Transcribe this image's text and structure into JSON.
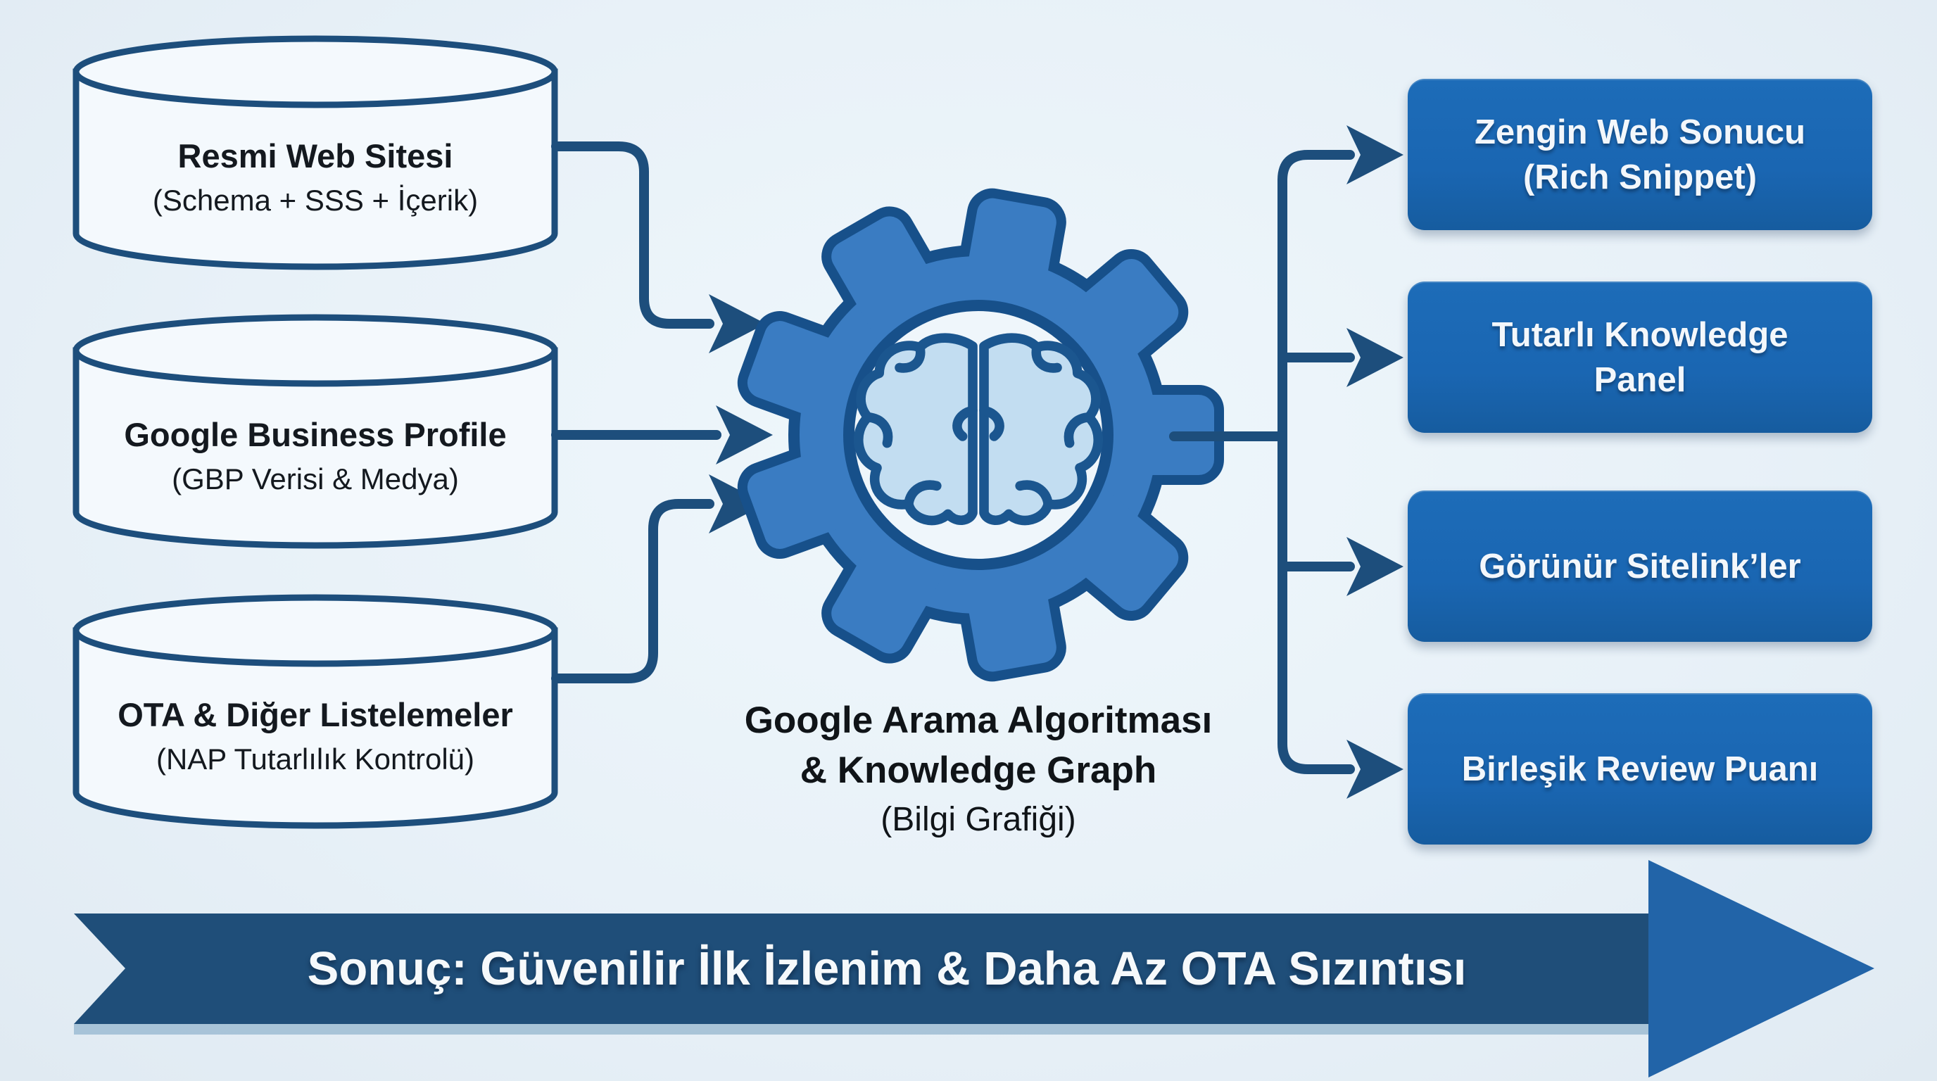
{
  "diagram": {
    "colors": {
      "background": "#e8f1f8",
      "line_navy": "#1d4e7c",
      "cylinder_fill": "#f4f9fd",
      "gear_fill": "#3a7cc2",
      "gear_stroke": "#17508a",
      "gear_inner_fill": "#eff6fb",
      "brain_fill": "#c2ddf1",
      "brain_stroke": "#1b568f",
      "output_box_blue": "#1a66b2",
      "banner_body_navy": "#1f4e79",
      "banner_arrow_blue": "#2264a8",
      "banner_edge_light": "#8fb2cc",
      "text_dark": "#14191f",
      "text_light": "#f3f7fb"
    },
    "icons": {
      "left_shapes": "database-cylinder-icon",
      "center_shape": "gear-icon",
      "center_inner": "brain-icon",
      "connectors": "arrow-icon",
      "bottom_shape": "ribbon-arrow-banner"
    },
    "sources": [
      {
        "title": "Resmi Web Sitesi",
        "subtitle": "(Schema + SSS + İçerik)"
      },
      {
        "title": "Google Business Profile",
        "subtitle": "(GBP Verisi & Medya)"
      },
      {
        "title": "OTA & Diğer Listelemeler",
        "subtitle": "(NAP Tutarlılık Kontrolü)"
      }
    ],
    "processor": {
      "title_line1": "Google Arama Algoritması",
      "title_line2": "& Knowledge Graph",
      "subtitle": "(Bilgi Grafiği)"
    },
    "outputs": [
      {
        "line1": "Zengin Web Sonucu",
        "line2": "(Rich Snippet)"
      },
      {
        "line1": "Tutarlı Knowledge",
        "line2": "Panel"
      },
      {
        "line1": "Görünür Sitelink’ler",
        "line2": ""
      },
      {
        "line1": "Birleşik Review Puanı",
        "line2": ""
      }
    ],
    "banner": {
      "text": "Sonuç: Güvenilir İlk İzlenim & Daha Az OTA Sızıntısı"
    }
  }
}
